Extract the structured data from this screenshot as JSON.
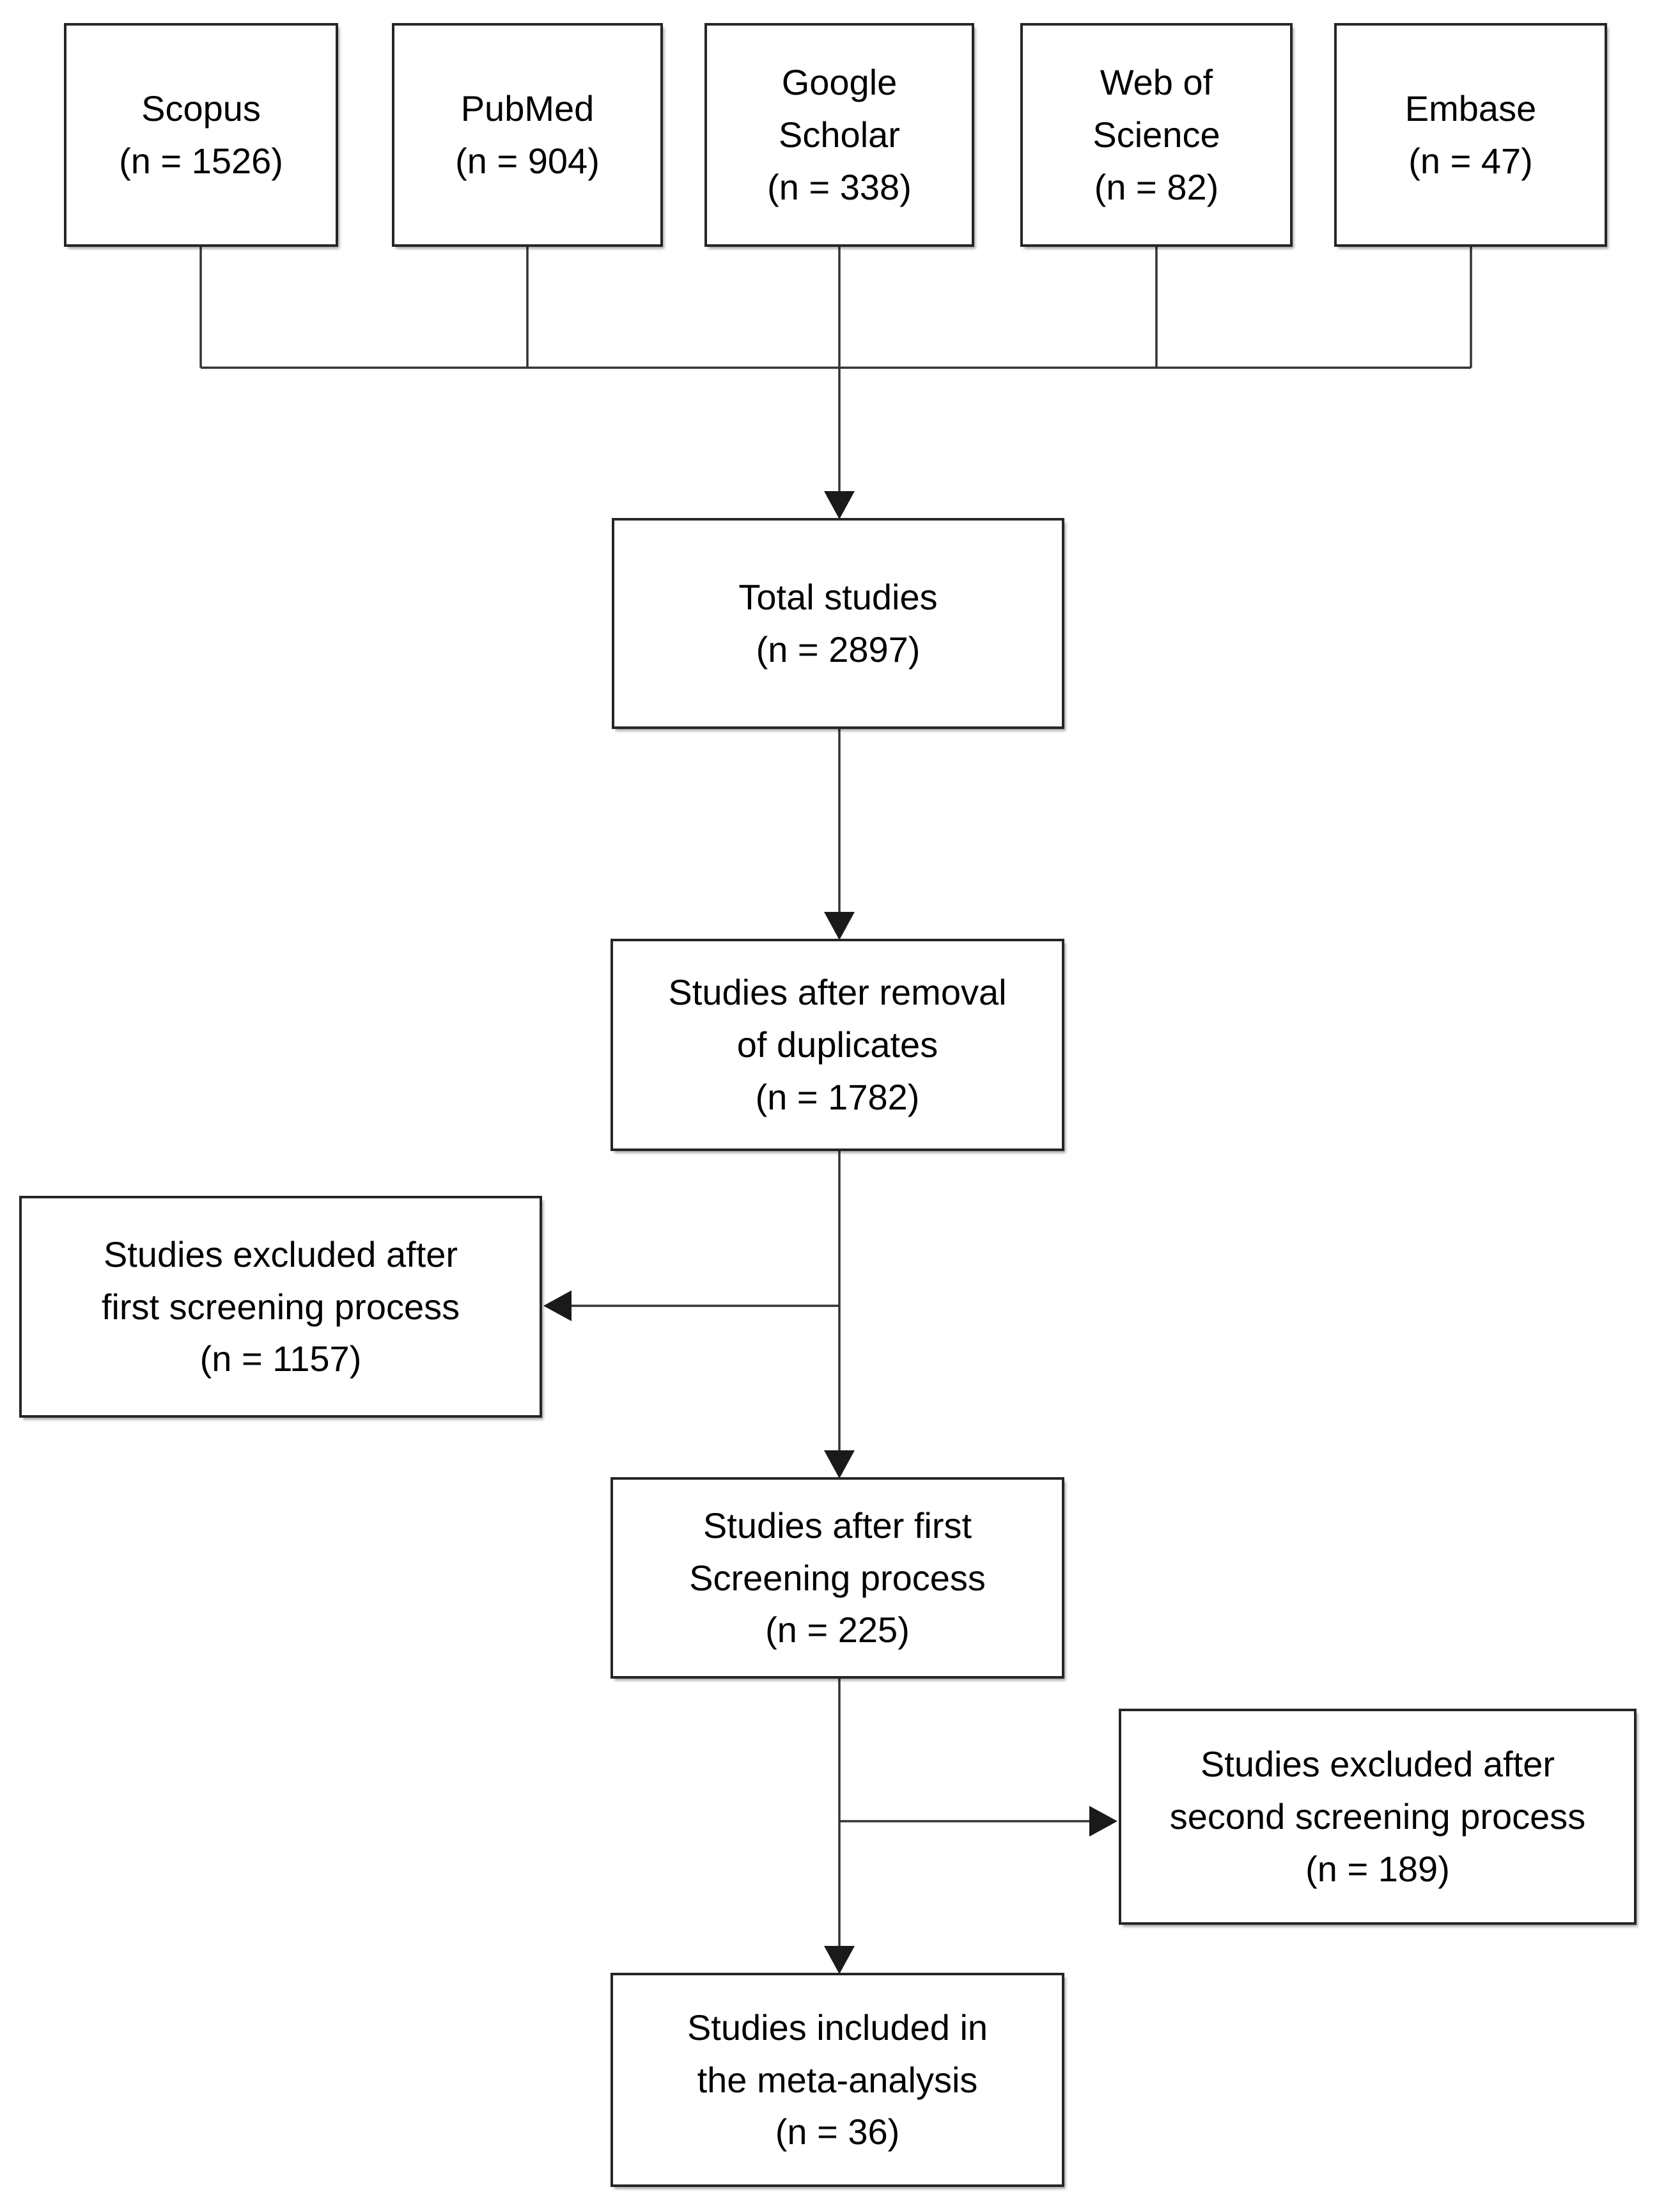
{
  "diagram_type": "study-selection-flowchart",
  "boxes": {
    "scopus": {
      "text": "Scopus\n(n = 1526)"
    },
    "pubmed": {
      "text": "PubMed\n(n = 904)"
    },
    "google_scholar": {
      "text": "Google\nScholar\n(n = 338)"
    },
    "web_of_science": {
      "text": "Web of\nScience\n(n = 82)"
    },
    "embase": {
      "text": "Embase\n(n = 47)"
    },
    "total": {
      "text": "Total studies\n(n = 2897)"
    },
    "dedup": {
      "text": "Studies after removal\nof duplicates\n(n = 1782)"
    },
    "excluded_first": {
      "text": "Studies excluded after\nfirst screening process\n(n = 1157)"
    },
    "after_first": {
      "text": "Studies after first\nScreening process\n(n = 225)"
    },
    "excluded_second": {
      "text": "Studies excluded after\nsecond screening process\n(n = 189)"
    },
    "included": {
      "text": "Studies included in\nthe meta-analysis\n(n = 36)"
    }
  },
  "values": {
    "scopus": 1526,
    "pubmed": 904,
    "google_scholar": 338,
    "web_of_science": 82,
    "embase": 47,
    "total": 2897,
    "after_duplicate_removal": 1782,
    "excluded_first_screening": 1157,
    "after_first_screening": 225,
    "excluded_second_screening": 189,
    "included_meta_analysis": 36
  },
  "edges": [
    {
      "from": "scopus",
      "to": "collector",
      "arrow": false
    },
    {
      "from": "pubmed",
      "to": "collector",
      "arrow": false
    },
    {
      "from": "google_scholar",
      "to": "collector",
      "arrow": false
    },
    {
      "from": "web_of_science",
      "to": "collector",
      "arrow": false
    },
    {
      "from": "embase",
      "to": "collector",
      "arrow": false
    },
    {
      "from": "collector",
      "to": "total",
      "arrow": true,
      "direction": "down"
    },
    {
      "from": "total",
      "to": "dedup",
      "arrow": true,
      "direction": "down"
    },
    {
      "from": "dedup",
      "to": "excluded_first",
      "arrow": true,
      "direction": "left"
    },
    {
      "from": "dedup",
      "to": "after_first",
      "arrow": true,
      "direction": "down"
    },
    {
      "from": "after_first",
      "to": "excluded_second",
      "arrow": true,
      "direction": "right"
    },
    {
      "from": "after_first",
      "to": "included",
      "arrow": true,
      "direction": "down"
    }
  ],
  "colors": {
    "background": "#ffffff",
    "box_fill": "#ffffff",
    "box_border": "#262626",
    "connector": "#333333",
    "arrowhead": "#1a1a1a",
    "text": "#000000"
  }
}
